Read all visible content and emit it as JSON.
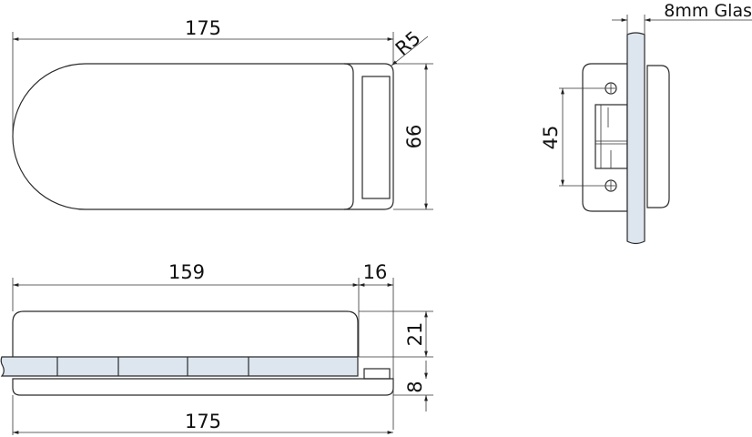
{
  "top_view": {
    "length": "175",
    "radius": "R5",
    "height": "66"
  },
  "bottom_view": {
    "upper_length": "159",
    "offset": "16",
    "upper_height": "21",
    "lower_height": "8",
    "total_length": "175"
  },
  "side_view": {
    "screw_spacing": "45",
    "glass_label": "8mm Glas"
  },
  "colors": {
    "glass": "#dde6ef",
    "line": "#2a2a2a"
  }
}
